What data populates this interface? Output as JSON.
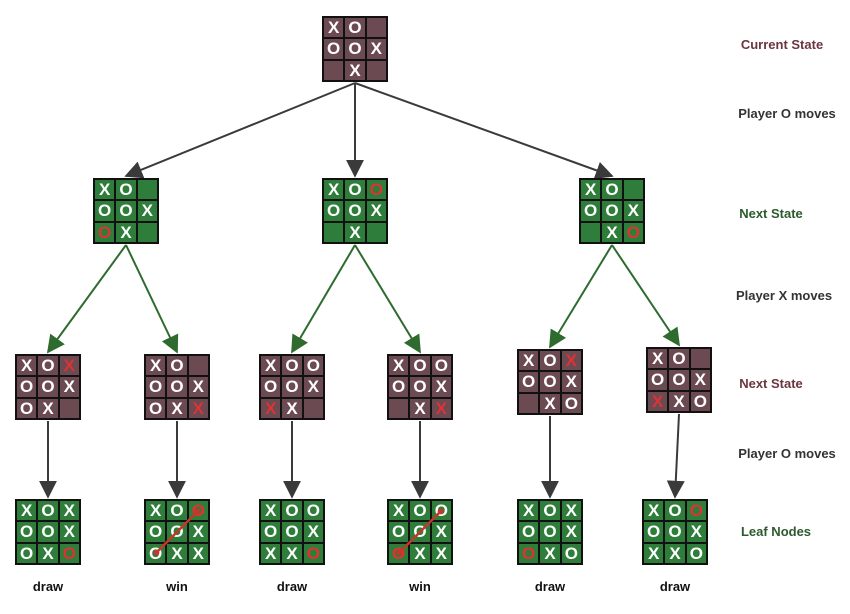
{
  "colors": {
    "brown": "#6b4a52",
    "green": "#2e7d3a",
    "white_mark": "#ffffff",
    "red_mark": "#e03232",
    "grid": "#111111",
    "edge_brown": "#3a3a3a",
    "edge_green": "#2f6b2f",
    "label_brown": "#6b3540",
    "label_green": "#2c5a2c",
    "label_dark": "#333333",
    "win_line": "#c0392b"
  },
  "labels": [
    {
      "text": "Current State",
      "color": "label_brown"
    },
    {
      "text": "Player O moves",
      "color": "label_dark"
    },
    {
      "text": "Next State",
      "color": "label_green"
    },
    {
      "text": "Player X moves",
      "color": "label_dark"
    },
    {
      "text": "Next State",
      "color": "label_brown"
    },
    {
      "text": "Player O moves",
      "color": "label_dark"
    },
    {
      "text": "Leaf Nodes",
      "color": "label_green"
    }
  ],
  "boards": [
    {
      "id": "root",
      "bg": "brown",
      "cells": [
        "X",
        "O",
        "",
        "O",
        "O",
        "X",
        "",
        "X",
        ""
      ],
      "new": []
    },
    {
      "id": "n1",
      "bg": "green",
      "cells": [
        "X",
        "O",
        "",
        "O",
        "O",
        "X",
        "O",
        "X",
        ""
      ],
      "new": [
        6
      ]
    },
    {
      "id": "n2",
      "bg": "green",
      "cells": [
        "X",
        "O",
        "O",
        "O",
        "O",
        "X",
        "",
        "X",
        ""
      ],
      "new": [
        2
      ]
    },
    {
      "id": "n3",
      "bg": "green",
      "cells": [
        "X",
        "O",
        "",
        "O",
        "O",
        "X",
        "",
        "X",
        "O"
      ],
      "new": [
        8
      ]
    },
    {
      "id": "m1",
      "bg": "brown",
      "cells": [
        "X",
        "O",
        "X",
        "O",
        "O",
        "X",
        "O",
        "X",
        ""
      ],
      "new": [
        2
      ]
    },
    {
      "id": "m2",
      "bg": "brown",
      "cells": [
        "X",
        "O",
        "",
        "O",
        "O",
        "X",
        "O",
        "X",
        "X"
      ],
      "new": [
        8
      ]
    },
    {
      "id": "m3",
      "bg": "brown",
      "cells": [
        "X",
        "O",
        "O",
        "O",
        "O",
        "X",
        "X",
        "X",
        ""
      ],
      "new": [
        6
      ]
    },
    {
      "id": "m4",
      "bg": "brown",
      "cells": [
        "X",
        "O",
        "O",
        "O",
        "O",
        "X",
        "",
        "X",
        "X"
      ],
      "new": [
        8
      ]
    },
    {
      "id": "m5",
      "bg": "brown",
      "cells": [
        "X",
        "O",
        "X",
        "O",
        "O",
        "X",
        "",
        "X",
        "O"
      ],
      "new": [
        2
      ]
    },
    {
      "id": "m6",
      "bg": "brown",
      "cells": [
        "X",
        "O",
        "",
        "O",
        "O",
        "X",
        "X",
        "X",
        "O"
      ],
      "new": [
        6
      ]
    },
    {
      "id": "l1",
      "bg": "green",
      "cells": [
        "X",
        "O",
        "X",
        "O",
        "O",
        "X",
        "O",
        "X",
        "O"
      ],
      "new": [
        8
      ],
      "outcome": "draw"
    },
    {
      "id": "l2",
      "bg": "green",
      "cells": [
        "X",
        "O",
        "O",
        "O",
        "O",
        "X",
        "O",
        "X",
        "X"
      ],
      "new": [
        2
      ],
      "outcome": "win",
      "win": [
        2,
        4,
        6
      ]
    },
    {
      "id": "l3",
      "bg": "green",
      "cells": [
        "X",
        "O",
        "O",
        "O",
        "O",
        "X",
        "X",
        "X",
        "O"
      ],
      "new": [
        8
      ],
      "outcome": "draw"
    },
    {
      "id": "l4",
      "bg": "green",
      "cells": [
        "X",
        "O",
        "O",
        "O",
        "O",
        "X",
        "O",
        "X",
        "X"
      ],
      "new": [
        6
      ],
      "outcome": "win",
      "win": [
        2,
        4,
        6
      ]
    },
    {
      "id": "l5",
      "bg": "green",
      "cells": [
        "X",
        "O",
        "X",
        "O",
        "O",
        "X",
        "O",
        "X",
        "O"
      ],
      "new": [
        6
      ],
      "outcome": "draw"
    },
    {
      "id": "l6",
      "bg": "green",
      "cells": [
        "X",
        "O",
        "O",
        "O",
        "O",
        "X",
        "X",
        "X",
        "O"
      ],
      "new": [
        2
      ],
      "outcome": "draw"
    }
  ],
  "edges": [
    {
      "from": "root",
      "to": "n1",
      "color": "edge_brown"
    },
    {
      "from": "root",
      "to": "n2",
      "color": "edge_brown"
    },
    {
      "from": "root",
      "to": "n3",
      "color": "edge_brown"
    },
    {
      "from": "n1",
      "to": "m1",
      "color": "edge_green"
    },
    {
      "from": "n1",
      "to": "m2",
      "color": "edge_green"
    },
    {
      "from": "n2",
      "to": "m3",
      "color": "edge_green"
    },
    {
      "from": "n2",
      "to": "m4",
      "color": "edge_green"
    },
    {
      "from": "n3",
      "to": "m5",
      "color": "edge_green"
    },
    {
      "from": "n3",
      "to": "m6",
      "color": "edge_green"
    },
    {
      "from": "m1",
      "to": "l1",
      "color": "edge_brown"
    },
    {
      "from": "m2",
      "to": "l2",
      "color": "edge_brown"
    },
    {
      "from": "m3",
      "to": "l3",
      "color": "edge_brown"
    },
    {
      "from": "m4",
      "to": "l4",
      "color": "edge_brown"
    },
    {
      "from": "m5",
      "to": "l5",
      "color": "edge_brown"
    },
    {
      "from": "m6",
      "to": "l6",
      "color": "edge_brown"
    }
  ]
}
